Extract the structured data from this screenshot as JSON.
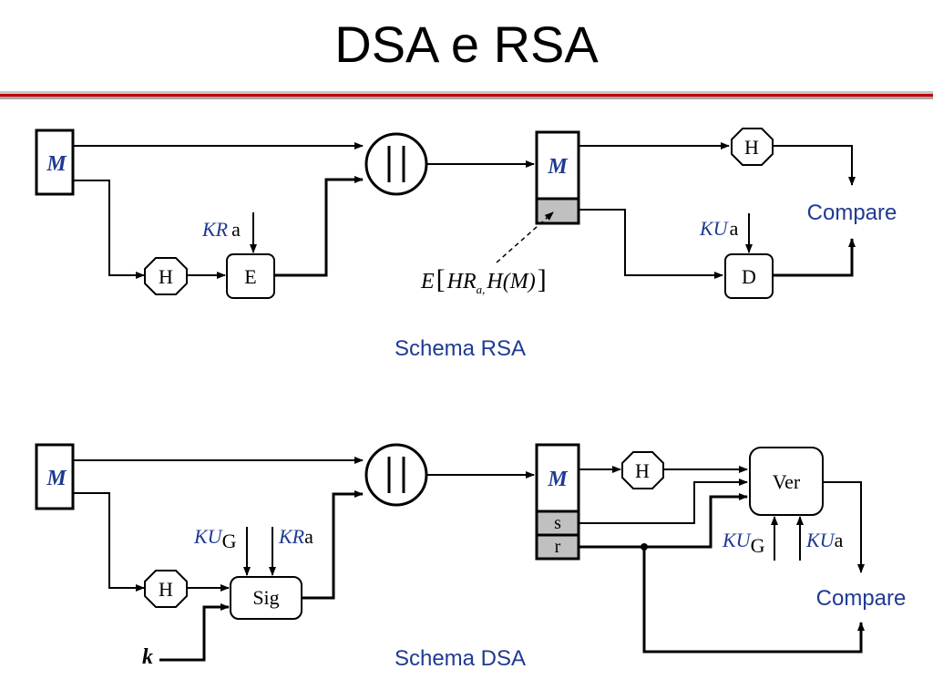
{
  "title": "DSA e RSA",
  "colors": {
    "accent_red": "#c00000",
    "rule_gray": "#b0b0b0",
    "text_blue": "#1f3a93",
    "signature_fill": "#c0c0c0"
  },
  "rsa": {
    "caption": "Schema RSA",
    "message": "M",
    "hash_sender": "H",
    "hash_receiver": "H",
    "encrypt": "E",
    "decrypt": "D",
    "concat": "||",
    "compare": "Compare",
    "kr_main": "KR",
    "kr_sub": "a",
    "ku_main": "KU",
    "ku_sub": "a",
    "sig_formula": {
      "e": "E",
      "hr": "HR",
      "hr_sub": "a,",
      "hm": "H(M)"
    }
  },
  "dsa": {
    "caption": "Schema DSA",
    "message": "M",
    "hash_sender": "H",
    "hash_receiver": "H",
    "sig": "Sig",
    "ver": "Ver",
    "concat": "||",
    "compare": "Compare",
    "s": "s",
    "r": "r",
    "k": "k",
    "kug_main": "KU",
    "kug_sub": "G",
    "kr_main": "KR",
    "kr_sub": "a",
    "kug2_main": "KU",
    "kug2_sub": "G",
    "kua_main": "KU",
    "kua_sub": "a"
  }
}
